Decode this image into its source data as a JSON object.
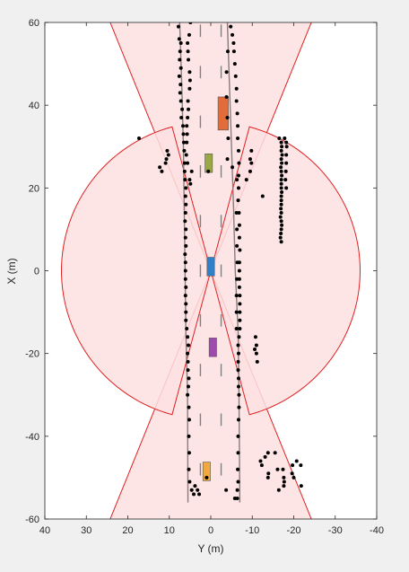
{
  "chart_data": {
    "type": "scatter",
    "title": "",
    "xlabel": "Y (m)",
    "ylabel": "X (m)",
    "xlim": [
      40,
      -40
    ],
    "ylim": [
      -60,
      60
    ],
    "x_reversed": true,
    "grid": false,
    "xticks": [
      40,
      30,
      20,
      10,
      0,
      -10,
      -20,
      -30,
      -40
    ],
    "yticks": [
      60,
      40,
      20,
      0,
      -20,
      -40,
      -60
    ],
    "xtick_labels": [
      "40",
      "30",
      "20",
      "10",
      "0",
      "-10",
      "-20",
      "-30",
      "-40"
    ],
    "ytick_labels": [
      "60",
      "40",
      "20",
      "0",
      "-20",
      "-40",
      "-60"
    ],
    "colors": {
      "coverage_fill": "#fde0e2",
      "coverage_edge": "#e02020",
      "detections": "#000000",
      "ego": "#2f80c8",
      "lane_center": "#808080",
      "road_edge": "#8a7c7c"
    },
    "coverage_areas": [
      {
        "name": "long-range-front",
        "center": [
          0,
          0
        ],
        "range": 70,
        "heading_deg": 0,
        "fov_deg": 44
      },
      {
        "name": "long-range-rear",
        "center": [
          0,
          0
        ],
        "range": 70,
        "heading_deg": 180,
        "fov_deg": 44
      },
      {
        "name": "short-range-left",
        "center": [
          0,
          0
        ],
        "range": 36,
        "heading_deg": 90,
        "fov_deg": 150
      },
      {
        "name": "short-range-right",
        "center": [
          0,
          0
        ],
        "range": 36,
        "heading_deg": -90,
        "fov_deg": 150
      }
    ],
    "vehicles": [
      {
        "name": "ego",
        "x": 1,
        "y": 0,
        "length": 4.5,
        "width": 1.8,
        "color": "#2f80c8"
      },
      {
        "name": "lead-truck",
        "x": 38,
        "y": -3,
        "length": 8,
        "width": 2.5,
        "color": "#e26d3b"
      },
      {
        "name": "car-green",
        "x": 26,
        "y": 0.5,
        "length": 4.5,
        "width": 1.8,
        "color": "#9aaa40"
      },
      {
        "name": "car-purple",
        "x": -18.5,
        "y": -0.5,
        "length": 4.5,
        "width": 1.8,
        "color": "#9d4bad"
      },
      {
        "name": "car-yellow",
        "x": -48.5,
        "y": 1,
        "length": 4.5,
        "width": 1.8,
        "color": "#f3a93a"
      }
    ],
    "lane_markers": {
      "y": [
        2.5,
        -2.5
      ],
      "x_centers": [
        -48,
        -36,
        -24,
        -12,
        0,
        12,
        24,
        36,
        48,
        58
      ]
    },
    "road_edges": [
      {
        "name": "left-edge",
        "points": [
          [
            -56,
            5.5
          ],
          [
            -30,
            5.6
          ],
          [
            -15,
            6.0
          ],
          [
            0,
            6.2
          ],
          [
            15,
            6.4
          ],
          [
            30,
            6.6
          ],
          [
            45,
            7.0
          ],
          [
            60,
            7.5
          ]
        ]
      },
      {
        "name": "right-edge",
        "points": [
          [
            -56,
            -7.0
          ],
          [
            -30,
            -6.8
          ],
          [
            -15,
            -6.6
          ],
          [
            0,
            -5.9
          ],
          [
            15,
            -5.5
          ],
          [
            30,
            -5.0
          ],
          [
            45,
            -4.5
          ],
          [
            60,
            -4.0
          ]
        ]
      }
    ],
    "series": [
      {
        "name": "detections",
        "points": [
          [
            59,
            7.8
          ],
          [
            56,
            7.6
          ],
          [
            55,
            7.2
          ],
          [
            53,
            7.4
          ],
          [
            51,
            7.5
          ],
          [
            49,
            7.2
          ],
          [
            47,
            7.6
          ],
          [
            45,
            7.3
          ],
          [
            43,
            7.4
          ],
          [
            41,
            7.2
          ],
          [
            39,
            6.9
          ],
          [
            37,
            7.1
          ],
          [
            35,
            6.7
          ],
          [
            33,
            6.6
          ],
          [
            31,
            6.5
          ],
          [
            29,
            6.4
          ],
          [
            26,
            6.3
          ],
          [
            24,
            6.3
          ],
          [
            22,
            6.2
          ],
          [
            20,
            6.0
          ],
          [
            18,
            6.1
          ],
          [
            16,
            6.0
          ],
          [
            14,
            6.1
          ],
          [
            12,
            6.2
          ],
          [
            10,
            6.0
          ],
          [
            8,
            6.1
          ],
          [
            6,
            6.0
          ],
          [
            4,
            6.2
          ],
          [
            2,
            6.1
          ],
          [
            0,
            6.1
          ],
          [
            -2,
            6.1
          ],
          [
            -4,
            6.0
          ],
          [
            -6,
            6.1
          ],
          [
            -8,
            6.0
          ],
          [
            -10,
            6.0
          ],
          [
            -12,
            6.0
          ],
          [
            -14,
            5.8
          ],
          [
            -16,
            5.6
          ],
          [
            -18,
            5.4
          ],
          [
            -20,
            5.6
          ],
          [
            -22,
            5.5
          ],
          [
            -24,
            5.5
          ],
          [
            -26,
            5.3
          ],
          [
            -28,
            5.4
          ],
          [
            -30,
            5.6
          ],
          [
            -33,
            5.3
          ],
          [
            -36,
            5.2
          ],
          [
            -40,
            5.3
          ],
          [
            -44,
            5.2
          ],
          [
            -48,
            5.3
          ],
          [
            -51,
            5.1
          ],
          [
            -53,
            4.6
          ],
          [
            -54,
            4.1
          ],
          [
            -52,
            3.8
          ],
          [
            -50,
            1.0
          ],
          [
            60,
            4.9
          ],
          [
            57,
            5.2
          ],
          [
            55,
            5.6
          ],
          [
            53,
            5.5
          ],
          [
            51,
            5.4
          ],
          [
            48,
            5.1
          ],
          [
            46,
            5.0
          ],
          [
            44,
            5.1
          ],
          [
            41,
            5.5
          ],
          [
            39,
            5.4
          ],
          [
            37,
            5.6
          ],
          [
            35,
            5.8
          ],
          [
            33,
            5.7
          ],
          [
            31,
            5.8
          ],
          [
            28,
            5.9
          ],
          [
            26,
            5.6
          ],
          [
            24,
            4.6
          ],
          [
            22,
            5.1
          ],
          [
            24,
            0.6
          ],
          [
            21,
            4.9
          ],
          [
            59,
            -4.8
          ],
          [
            57,
            -5.2
          ],
          [
            55,
            -5.5
          ],
          [
            53,
            -5.6
          ],
          [
            50,
            -5.8
          ],
          [
            47,
            -6.0
          ],
          [
            44,
            -6.2
          ],
          [
            41,
            -6.2
          ],
          [
            38,
            -6.4
          ],
          [
            35,
            -6.5
          ],
          [
            32,
            -6.5
          ],
          [
            29,
            -6.7
          ],
          [
            26,
            -6.8
          ],
          [
            23,
            -6.7
          ],
          [
            20,
            -6.7
          ],
          [
            17,
            -6.6
          ],
          [
            14,
            -6.8
          ],
          [
            11,
            -6.9
          ],
          [
            8,
            -6.9
          ],
          [
            5,
            -7.0
          ],
          [
            2,
            -6.9
          ],
          [
            0,
            -6.9
          ],
          [
            -2,
            -6.9
          ],
          [
            -4,
            -6.9
          ],
          [
            -6,
            -7.0
          ],
          [
            -8,
            -7.0
          ],
          [
            -10,
            -7.0
          ],
          [
            -12,
            -7.0
          ],
          [
            -14,
            -7.0
          ],
          [
            -16,
            -6.8
          ],
          [
            -18,
            -6.6
          ],
          [
            -20,
            -6.7
          ],
          [
            -22,
            -6.6
          ],
          [
            -24,
            -6.6
          ],
          [
            -26,
            -6.7
          ],
          [
            -28,
            -6.7
          ],
          [
            -30,
            -6.8
          ],
          [
            -33,
            -6.8
          ],
          [
            -36,
            -6.7
          ],
          [
            -40,
            -6.6
          ],
          [
            -44,
            -6.6
          ],
          [
            -48,
            -6.5
          ],
          [
            -51,
            -6.6
          ],
          [
            -53,
            -6.4
          ],
          [
            -55,
            -6.4
          ],
          [
            53,
            -4.1
          ],
          [
            48,
            -3.8
          ],
          [
            42,
            -3.8
          ],
          [
            37,
            -4.0
          ],
          [
            32,
            -4.2
          ],
          [
            27,
            -4.0
          ],
          [
            25,
            -5.2
          ],
          [
            22,
            -6.3
          ],
          [
            14,
            -6.2
          ],
          [
            10,
            -6.3
          ],
          [
            6,
            -6.3
          ],
          [
            2,
            -6.4
          ],
          [
            -2,
            -6.3
          ],
          [
            -6,
            -6.2
          ],
          [
            -10,
            -6.2
          ],
          [
            -14,
            -6.2
          ],
          [
            22,
            -8.6
          ],
          [
            24,
            -9.5
          ],
          [
            27,
            -9.5
          ],
          [
            29,
            -9.8
          ],
          [
            26,
            -9.8
          ],
          [
            32,
            -16.5
          ],
          [
            31,
            -17.0
          ],
          [
            30,
            -17.1
          ],
          [
            29,
            -17.0
          ],
          [
            28,
            -17.2
          ],
          [
            27,
            -17.0
          ],
          [
            26,
            -17.1
          ],
          [
            25,
            -16.9
          ],
          [
            24,
            -17.0
          ],
          [
            23,
            -17.1
          ],
          [
            22,
            -17.0
          ],
          [
            21,
            -17.0
          ],
          [
            20,
            -17.0
          ],
          [
            19,
            -17.1
          ],
          [
            18,
            -17.0
          ],
          [
            17,
            -17.0
          ],
          [
            16,
            -17.0
          ],
          [
            15,
            -16.9
          ],
          [
            14,
            -17.0
          ],
          [
            13,
            -16.8
          ],
          [
            12,
            -17.0
          ],
          [
            11,
            -17.1
          ],
          [
            10,
            -17.0
          ],
          [
            9,
            -16.9
          ],
          [
            8,
            -16.8
          ],
          [
            7,
            -17.0
          ],
          [
            32,
            -17.8
          ],
          [
            31,
            -18.2
          ],
          [
            30,
            -18.3
          ],
          [
            28,
            -18.2
          ],
          [
            26,
            -18.2
          ],
          [
            24,
            -18.1
          ],
          [
            22,
            -18.0
          ],
          [
            20,
            -18.2
          ],
          [
            18,
            -12.5
          ],
          [
            -16,
            -10.8
          ],
          [
            -18,
            -11.0
          ],
          [
            -19,
            -10.6
          ],
          [
            -20,
            -11.0
          ],
          [
            -22,
            -11.2
          ],
          [
            32,
            17.3
          ],
          [
            24,
            11.8
          ],
          [
            25,
            12.3
          ],
          [
            27,
            10.7
          ],
          [
            28,
            10.2
          ],
          [
            29,
            10.5
          ],
          [
            26,
            10.9
          ],
          [
            -44,
            -13.8
          ],
          [
            -44,
            -15.5
          ],
          [
            -45,
            -13.1
          ],
          [
            -46,
            -12.0
          ],
          [
            -47,
            -12.3
          ],
          [
            -47,
            -19.7
          ],
          [
            -48,
            -17.4
          ],
          [
            -49,
            -13.9
          ],
          [
            -50,
            -13.8
          ],
          [
            -46,
            -20.7
          ],
          [
            -47,
            -21.7
          ],
          [
            -50,
            -20.0
          ],
          [
            -52,
            -21.8
          ],
          [
            -52,
            -17.6
          ],
          [
            -51,
            -17.7
          ],
          [
            -53,
            -16.4
          ],
          [
            -49,
            -19.6
          ],
          [
            -50,
            -17.6
          ],
          [
            -48,
            -16.1
          ],
          [
            -55,
            -5.8
          ],
          [
            -53,
            -3.7
          ],
          [
            -54,
            2.8
          ],
          [
            -53,
            3.2
          ]
        ]
      }
    ]
  }
}
